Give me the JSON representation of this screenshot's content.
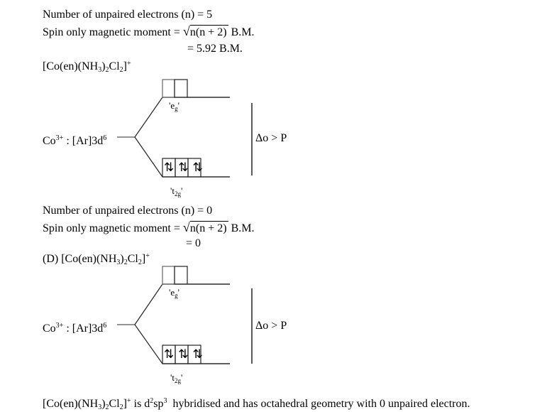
{
  "section1": {
    "unpaired_label": "Number of unpaired electrons (n) = ",
    "unpaired_value": "5",
    "spin_label": "Spin only magnetic moment = ",
    "formula": "n(n + 2)",
    "unit": " B.M.",
    "result": "= 5.92 B.M."
  },
  "complex1": {
    "prefix": "",
    "formula_parts": [
      "[Co(en)(NH",
      "3",
      ")",
      "2",
      "Cl",
      "2",
      "]",
      "+"
    ]
  },
  "diagram1": {
    "ion": "Co",
    "ion_charge": "3+",
    "config": " : [Ar]3d",
    "config_sup": "6",
    "eg_label": "'e",
    "eg_sub": "g",
    "t2g_label": "'t",
    "t2g_sub": "2g",
    "delta": "Δo > P",
    "eg_orbitals": [
      "",
      ""
    ],
    "t2g_orbitals": [
      "⇅",
      "⇅",
      "⇅"
    ]
  },
  "section2": {
    "unpaired_label": "Number of unpaired electrons (n) = ",
    "unpaired_value": "0",
    "spin_label": "Spin only magnetic moment = ",
    "formula": "n(n + 2)",
    "unit": " B.M.",
    "result": "= 0"
  },
  "complex2": {
    "prefix": "(D) ",
    "formula_parts": [
      "[Co(en)(NH",
      "3",
      ")",
      "2",
      "Cl",
      "2",
      "]",
      "+"
    ]
  },
  "diagram2": {
    "ion": "Co",
    "ion_charge": "3+",
    "config": " : [Ar]3d",
    "config_sup": "6",
    "eg_label": "'e",
    "eg_sub": "g",
    "t2g_label": "'t",
    "t2g_sub": "2g",
    "delta": "Δo > P",
    "eg_orbitals": [
      "",
      ""
    ],
    "t2g_orbitals": [
      "⇅",
      "⇅",
      "⇅"
    ]
  },
  "conclusion": {
    "formula_parts": [
      "[Co(en)(NH",
      "3",
      ")",
      "2",
      "Cl",
      "2",
      "]",
      "+"
    ],
    "is": " is d",
    "d_sup": "2",
    "sp": "sp",
    "sp_sup": "3",
    "rest": "  hybridised and has octahedral geometry with 0 unpaired electron."
  }
}
